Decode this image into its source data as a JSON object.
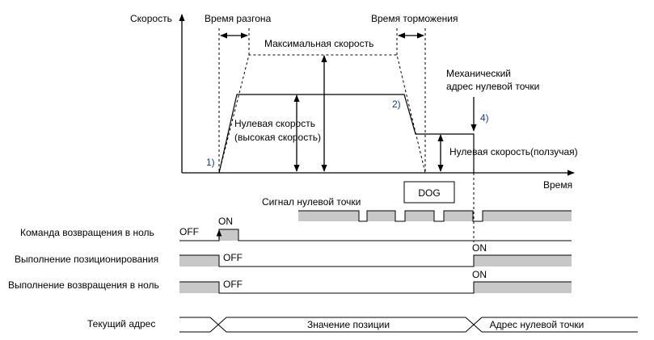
{
  "labels": {
    "speed_axis": "Скорость",
    "time_axis": "Время",
    "accel_time": "Время разгона",
    "decel_time": "Время торможения",
    "max_speed": "Максимальная скорость",
    "mech_origin_line1": "Механический",
    "mech_origin_line2": "адрес нулевой точки",
    "home_speed_line1": "Нулевая скорость",
    "home_speed_line2": "(высокая скорость)",
    "creep_speed": "Нулевая скорость(ползучая)",
    "marker_1": "1)",
    "marker_2": "2)",
    "marker_4": "4)",
    "dog": "DOG",
    "zero_signal": "Сигнал нулевой точки"
  },
  "signals": {
    "return_cmd": "Команда возвращения в ноль",
    "positioning_exec": "Выполнение позиционирования",
    "return_exec": "Выполнение возвращения в ноль",
    "current_address": "Текущий адрес"
  },
  "states": {
    "off": "OFF",
    "on": "ON"
  },
  "address_values": {
    "position_value": "Значение позиции",
    "origin_address": "Адрес нулевой точки"
  },
  "colors": {
    "signal_fill": "#c8c8c8",
    "line": "#000000",
    "marker_text": "#1f3d7a"
  }
}
